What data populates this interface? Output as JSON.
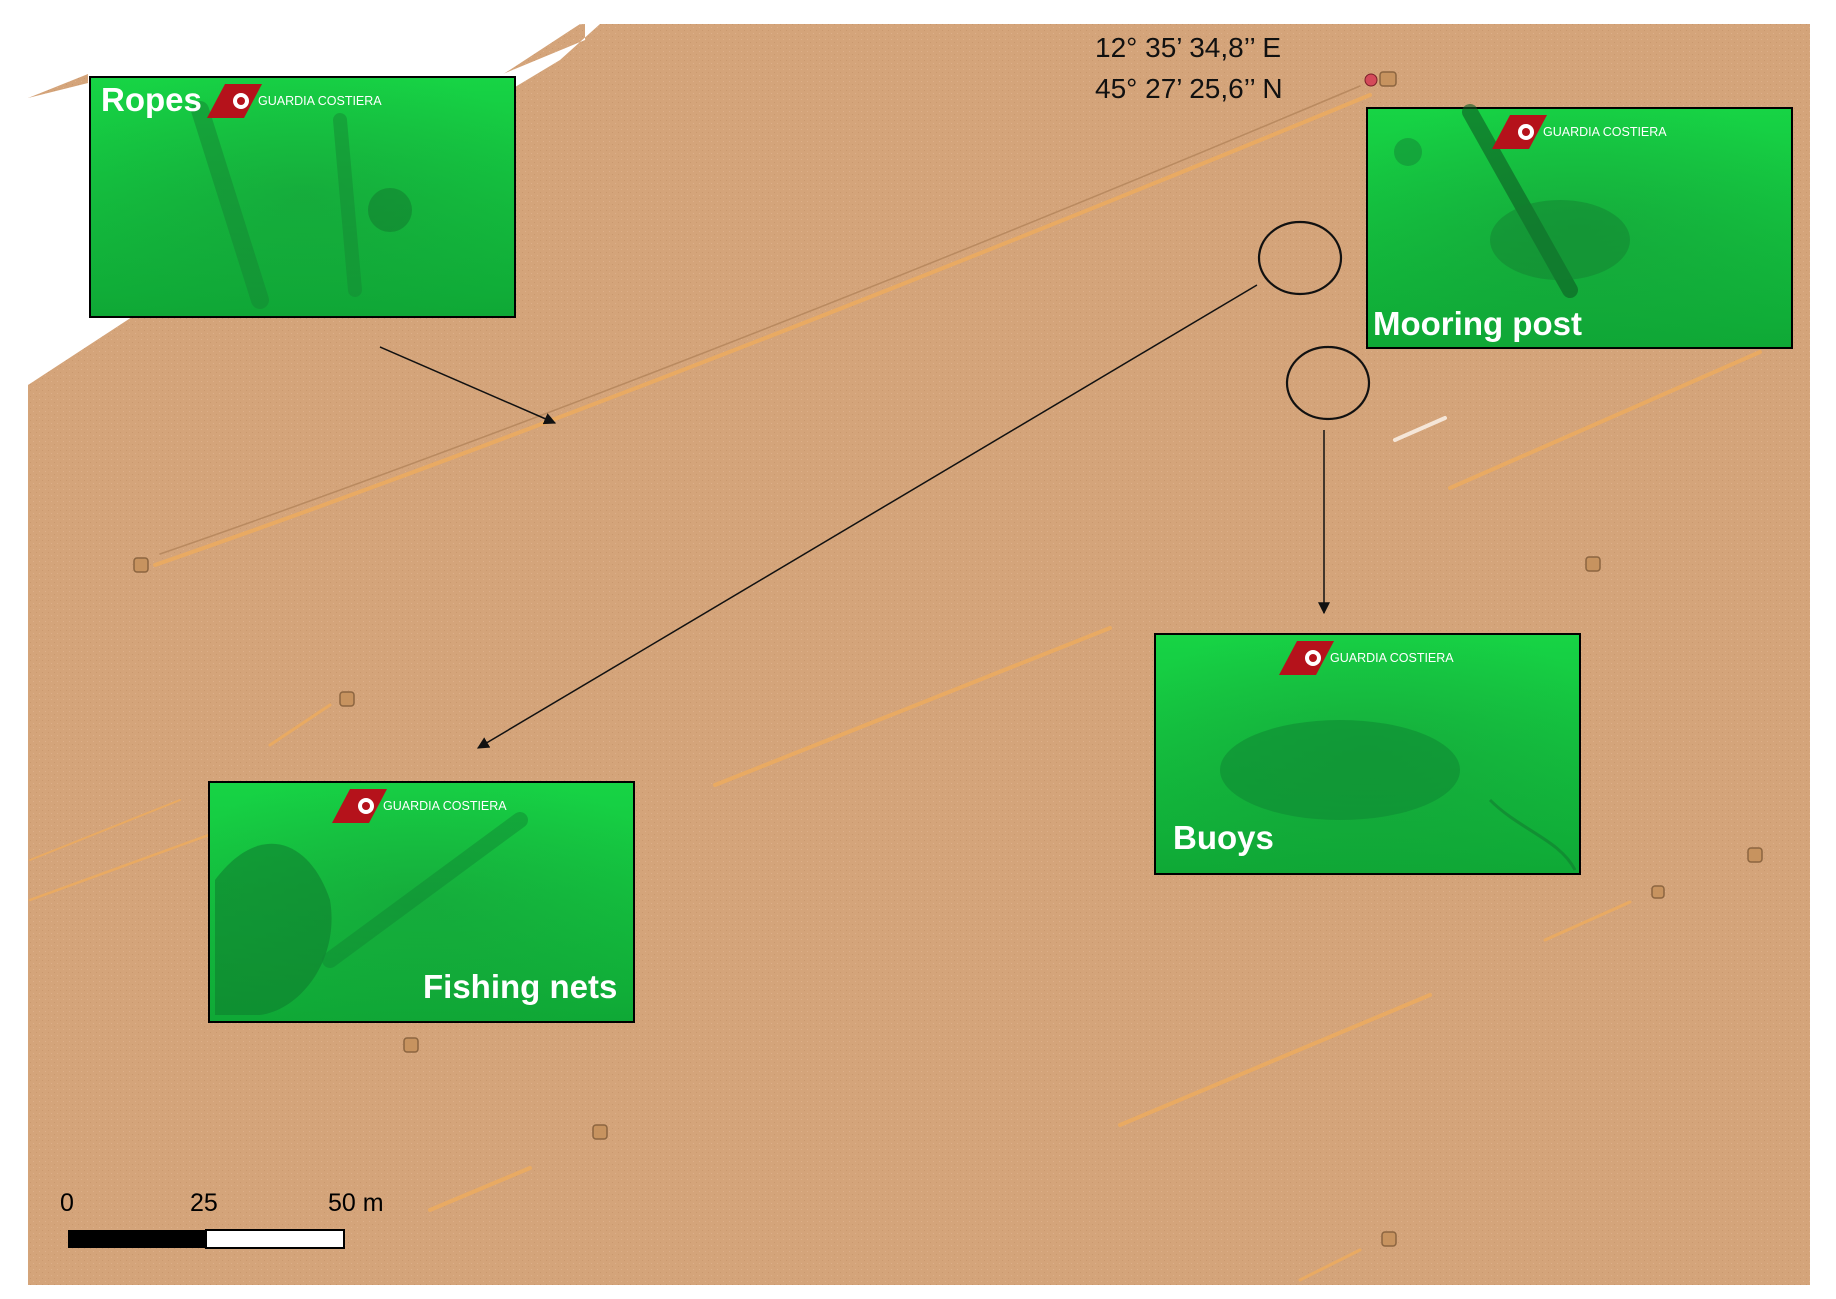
{
  "colors": {
    "seabed": "#d4a47a",
    "scar": "#e9aa62",
    "photo_green": "#1ecc45",
    "logo_red": "#b5121b",
    "annotation": "#111111"
  },
  "coordinates": {
    "longitude": "12° 35’ 34,8’’ E",
    "latitude": "45° 27’ 25,6’’ N"
  },
  "logo_text": "GUARDIA COSTIERA",
  "photos": [
    {
      "id": "ropes",
      "label": "Ropes",
      "icon": "anchor-icon"
    },
    {
      "id": "mooring",
      "label": "Mooring post",
      "icon": "anchor-icon"
    },
    {
      "id": "buoys",
      "label": "Buoys",
      "icon": "anchor-icon"
    },
    {
      "id": "nets",
      "label": "Fishing nets",
      "icon": "anchor-icon"
    }
  ],
  "scale_bar": {
    "ticks": [
      "0",
      "25",
      "50 m"
    ]
  }
}
